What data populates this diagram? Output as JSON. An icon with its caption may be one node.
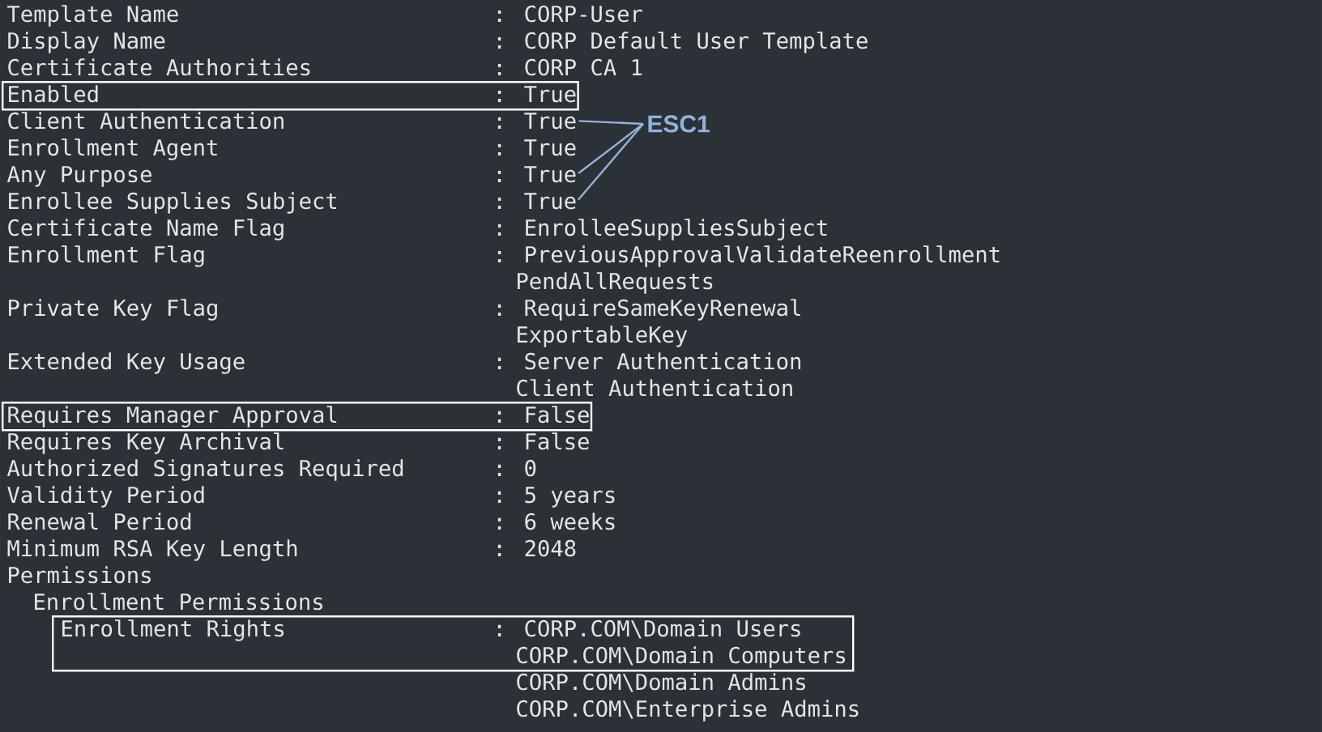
{
  "diagram": {
    "nodes": [
      {
        "text": [
          "Enabled",
          ": True"
        ]
      },
      {
        "text": [
          ": True"
        ]
      },
      {
        "text": [
          "ESC1"
        ]
      },
      {
        "text": [
          ": True"
        ]
      },
      {
        "text": [
          ": True"
        ]
      },
      {
        "text": [
          "Requires Manager Approval",
          ": False"
        ]
      },
      {
        "text": [
          "Enrollment Rights",
          ": CORP.COM\\Domain Users",
          "CORP.COM\\Domain Computers"
        ]
      }
    ],
    "edges": [
      {
        "from": 2,
        "to": 1,
        "arrow": "none"
      },
      {
        "from": 2,
        "to": 3,
        "arrow": "none"
      },
      {
        "from": 2,
        "to": 4,
        "arrow": "none"
      }
    ],
    "labels": [
      "Template Name",
      ": CORP-User",
      "Display Name",
      ": CORP Default User Template",
      "Certificate Authorities",
      ": CORP CA 1",
      "Client Authentication",
      "Enrollment Agent",
      ": True",
      "Any Purpose",
      "Enrollee Supplies Subject",
      "Certificate Name Flag",
      ": EnrolleeSuppliesSubject",
      "Enrollment Flag",
      ": PreviousApprovalValidateReenrollment",
      "PendAllRequests",
      "Private Key Flag",
      ": RequireSameKeyRenewal",
      "ExportableKey",
      "Extended Key Usage",
      ": Server Authentication",
      "Client Authentication",
      "Requires Key Archival",
      ": False",
      "Authorized Signatures Required",
      ": 0",
      "Validity Period",
      ": 5 years",
      "Renewal Period",
      ": 6 weeks",
      "Minimum RSA Key Length",
      ": 2048",
      "Permissions",
      "Enrollment Permissions",
      "CORP.COM\\Domain Admins",
      "CORP.COM\\Enterprise Admins"
    ]
  }
}
